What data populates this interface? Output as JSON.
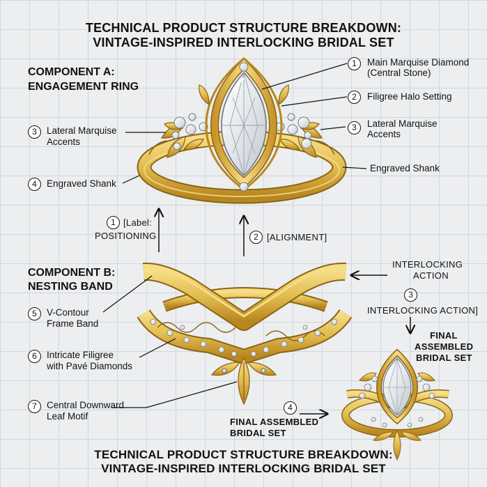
{
  "title": {
    "line1": "TECHNICAL PRODUCT STRUCTURE BREAKDOWN:",
    "line2": "VINTAGE-INSPIRED INTERLOCKING BRIDAL SET"
  },
  "footer_title": {
    "line1": "TECHNICAL PRODUCT STRUCTURE BREAKDOWN:",
    "line2": "VINTAGE-INSPIRED INTERLOCKING BRIDAL SET"
  },
  "component_a": {
    "line1": "COMPONENT A:",
    "line2": "ENGAGEMENT RING"
  },
  "component_b": {
    "line1": "COMPONENT B:",
    "line2": "NESTING BAND"
  },
  "callouts": {
    "main_diamond": {
      "num": "1",
      "line1": "Main Marquise Diamond",
      "line2": "(Central Stone)"
    },
    "halo": {
      "num": "2",
      "line1": "Filigree Halo Setting"
    },
    "lateral_right": {
      "num": "3",
      "line1": "Lateral Marquise",
      "line2": "Accents"
    },
    "lateral_left": {
      "num": "3",
      "line1": "Lateral Marquise",
      "line2": "Accents"
    },
    "shank_right": {
      "line1": "Engraved Shank"
    },
    "shank_left": {
      "num": "4",
      "line1": "Engraved Shank"
    },
    "positioning": {
      "num": "1",
      "line1": "[Label:",
      "line2": "POSITIONING"
    },
    "alignment": {
      "num": "2",
      "line1": "[ALIGNMENT]"
    },
    "interlocking_top": {
      "line1": "INTERLOCKING",
      "line2": "ACTION"
    },
    "interlocking_right": {
      "num": "3",
      "line1": "INTERLOCKING ACTION]"
    },
    "final_right": {
      "line1": "FINAL",
      "line2": "ASSEMBLED",
      "line3": "BRIDAL SET"
    },
    "v_band": {
      "num": "5",
      "line1": "V-Contour",
      "line2": "Frame Band"
    },
    "filigree": {
      "num": "6",
      "line1": "Intricate Filigree",
      "line2": "with Pavé Diamonds"
    },
    "leaf": {
      "num": "7",
      "line1": "Central Downward",
      "line2": "Leaf Motif"
    },
    "final_bottom": {
      "num": "4",
      "line1": "FINAL ASSEMBLED",
      "line2": "BRIDAL SET"
    }
  },
  "colors": {
    "background": "#eceef0",
    "grid": "#d2d6da",
    "gold": "#e2bb4f",
    "gold_dark": "#8a6414",
    "gold_light": "#f6dd86",
    "diamond": "#f4f6f8",
    "ink": "#111111"
  }
}
